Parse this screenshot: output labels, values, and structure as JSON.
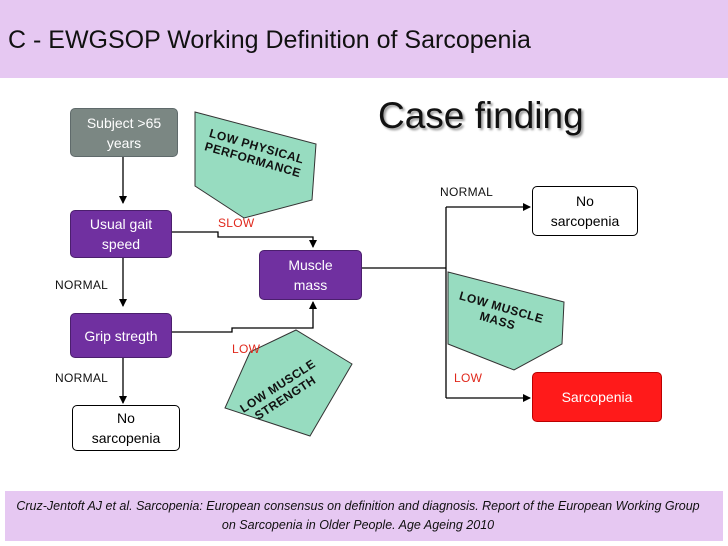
{
  "header": {
    "title": "C - EWGSOP Working Definition of Sarcopenia"
  },
  "main": {
    "case_title": "Case finding"
  },
  "nodes": {
    "subject": "Subject >65 years",
    "gait": "Usual gait speed",
    "grip": "Grip stregth",
    "no_sarcopenia_bottom": "No sarcopenia",
    "muscle_mass": "Muscle mass",
    "no_sarcopenia_right": "No sarcopenia",
    "sarcopenia": "Sarcopenia"
  },
  "edge_labels": {
    "slow": "SLOW",
    "normal_gait": "NORMAL",
    "low_grip": "LOW",
    "normal_grip": "NORMAL",
    "normal_mass": "NORMAL",
    "low_mass": "LOW"
  },
  "callouts": {
    "low_physical_performance": [
      "LOW PHYSICAL",
      "PERFORMANCE"
    ],
    "low_muscle_strength": [
      "LOW MUSCLE",
      "STRENGTH"
    ],
    "low_muscle_mass": [
      "LOW MUSCLE",
      "MASS"
    ]
  },
  "colors": {
    "header_bg": "#e6c8f2",
    "purple_box": "#7030a0",
    "grey_box": "#7b8783",
    "red_box": "#ff1a1a",
    "callout_fill": "#97dcc0",
    "red_label": "#e0281c"
  },
  "footer": {
    "citation": "Cruz-Jentoft AJ et al. Sarcopenia: European consensus on definition and diagnosis. Report of the European Working Group on Sarcopenia in Older People. Age Ageing 2010"
  }
}
